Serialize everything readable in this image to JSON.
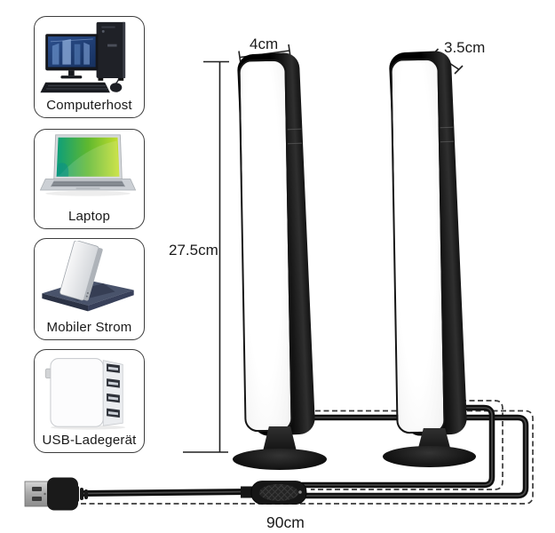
{
  "product_diagram": {
    "title_hint": "LED light bar size and power diagram",
    "compatibility": {
      "items": [
        {
          "label": "Computerhost",
          "icon": "desktop-computer-icon"
        },
        {
          "label": "Laptop",
          "icon": "laptop-icon"
        },
        {
          "label": "Mobiler Strom",
          "icon": "power-bank-icon"
        },
        {
          "label": "USB-Ladegerät",
          "icon": "usb-charger-icon"
        }
      ]
    },
    "dimensions": {
      "bar_face_width": "4cm",
      "bar_depth": "3.5cm",
      "bar_total_height": "27.5cm",
      "cable_length": "90cm"
    },
    "colors": {
      "background": "#ffffff",
      "line": "#202020",
      "bar_body": "#111111",
      "bar_face": "#fdfdfd",
      "cable": "#181818",
      "laptop_screen_green": "#5fb82f",
      "monitor_screen_blue": "#24457e",
      "power_bank_base": "#49536b"
    }
  }
}
